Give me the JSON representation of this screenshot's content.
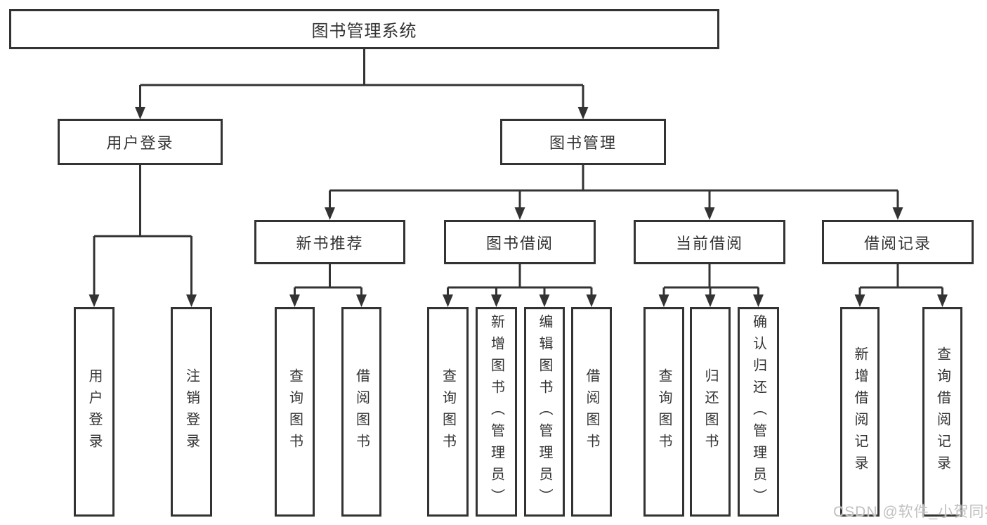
{
  "diagram": {
    "root": {
      "label": "图书管理系统"
    },
    "level2": [
      {
        "label": "用户登录",
        "children": [
          {
            "label": "用户登录"
          },
          {
            "label": "注销登录"
          }
        ]
      },
      {
        "label": "图书管理",
        "children": [
          {
            "label": "新书推荐",
            "children": [
              {
                "label": "查询图书"
              },
              {
                "label": "借阅图书"
              }
            ]
          },
          {
            "label": "图书借阅",
            "children": [
              {
                "label": "查询图书"
              },
              {
                "label": "新增图书（管理员）"
              },
              {
                "label": "编辑图书（管理员）"
              },
              {
                "label": "借阅图书"
              }
            ]
          },
          {
            "label": "当前借阅",
            "children": [
              {
                "label": "查询图书"
              },
              {
                "label": "归还图书"
              },
              {
                "label": "确认归还（管理员）"
              }
            ]
          },
          {
            "label": "借阅记录",
            "children": [
              {
                "label": "新增借阅记录"
              },
              {
                "label": "查询借阅记录"
              }
            ]
          }
        ]
      }
    ],
    "watermark": "CSDN @软件_小贺同学",
    "colors": {
      "line": "#333333",
      "text": "#333333",
      "box_background": "#ffffff",
      "watermark": "#c0c0c0",
      "background": "#ffffff"
    }
  }
}
